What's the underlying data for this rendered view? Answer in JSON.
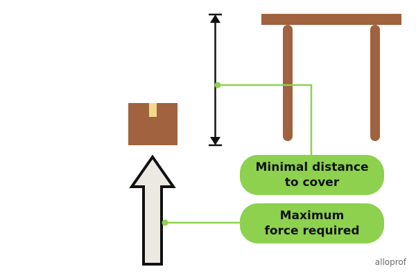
{
  "callouts": {
    "distance": {
      "line1": "Minimal distance",
      "line2": "to cover"
    },
    "force": {
      "line1": "Maximum",
      "line2": "force required"
    }
  },
  "watermark": "alloprof",
  "colors": {
    "callout_green": "#8dd14f",
    "table_brown": "#a0623f",
    "box_brown": "#a0623f",
    "tape": "#f2d98a",
    "arrow_fill": "#ece8e2",
    "black": "#111111"
  },
  "icons": {
    "table": "table-icon",
    "box": "cardboard-box-icon",
    "force_arrow": "upward-arrow-icon",
    "distance_marker": "double-headed-arrow-icon"
  }
}
